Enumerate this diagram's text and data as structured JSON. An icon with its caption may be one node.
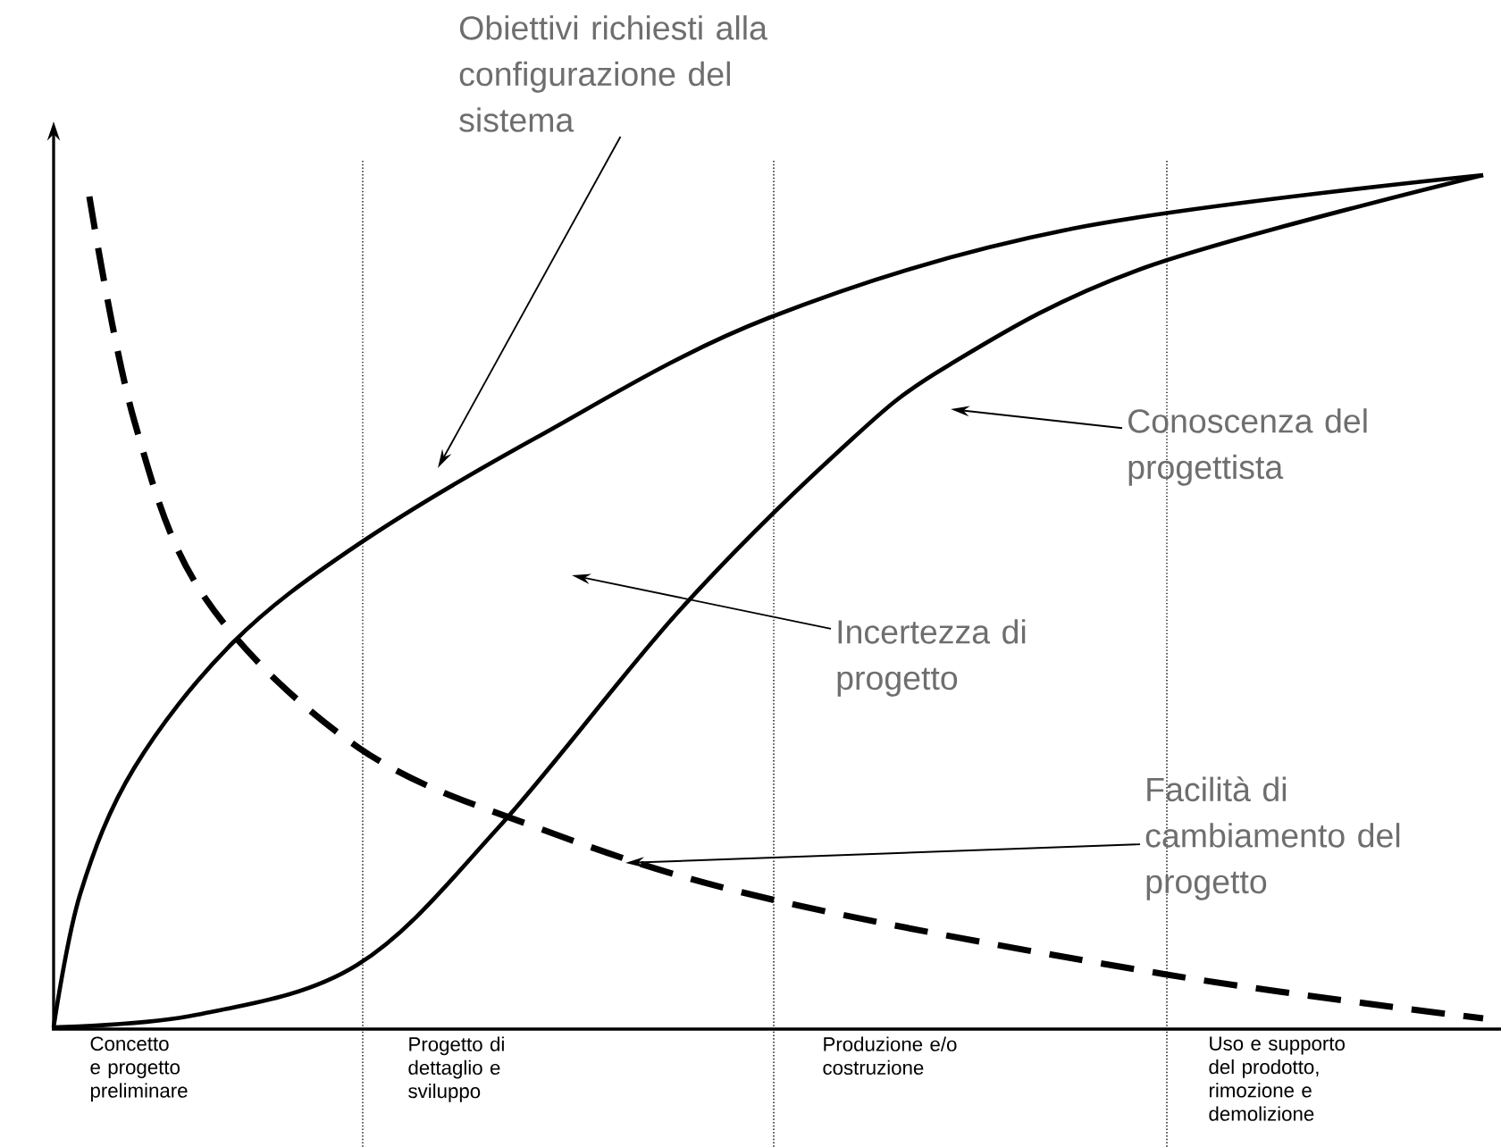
{
  "diagram": {
    "nodes": [
      {
        "text": [
          "Obiettivi richiesti alla configurazione del sistema"
        ]
      },
      {
        "text": [
          "Conoscenza del progettista"
        ]
      },
      {
        "text": [
          "Incertezza di progetto"
        ]
      },
      {
        "text": [
          "Facilità di cambiamento del progetto"
        ]
      }
    ],
    "edges": [
      {
        "from": 0,
        "to": null,
        "arrow": "to"
      },
      {
        "from": 1,
        "to": null,
        "arrow": "to"
      },
      {
        "from": 2,
        "to": null,
        "arrow": "to"
      },
      {
        "from": 3,
        "to": null,
        "arrow": "to"
      }
    ],
    "labels": [
      "Concetto e progetto preliminare",
      "Progetto di dettaglio e sviluppo",
      "Produzione e/o costruzione",
      "Uso e supporto del prodotto, rimozione e demolizione"
    ]
  }
}
